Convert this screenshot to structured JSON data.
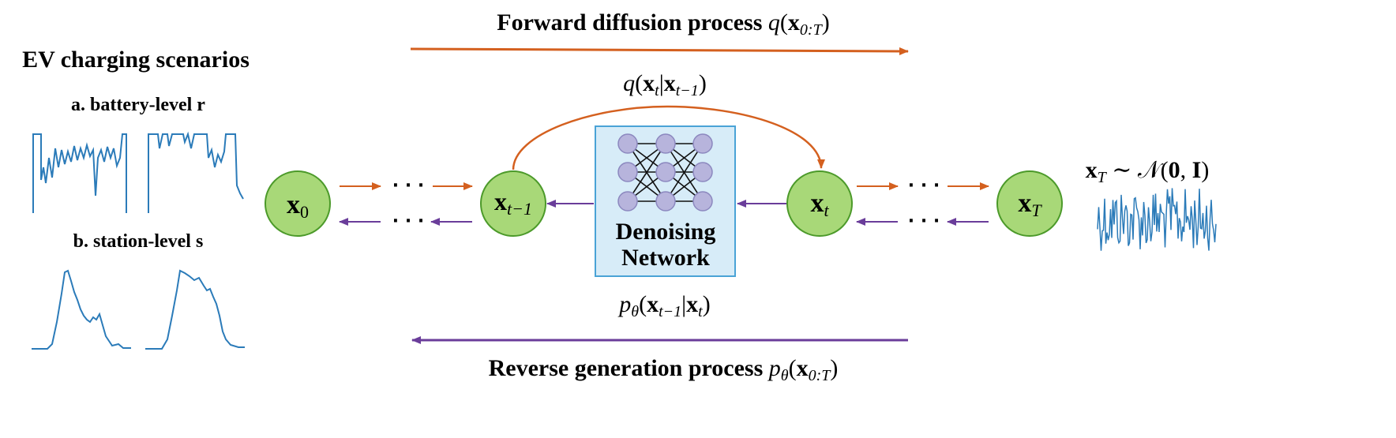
{
  "left_panel": {
    "title": "EV charging scenarios",
    "battery_label": "a. battery-level r",
    "station_label": "b. station-level s"
  },
  "forward": {
    "label_text": "Forward diffusion process ",
    "label_math_q": "q",
    "label_math_paren_open": "(",
    "label_math_x": "x",
    "label_math_sub": "0:T",
    "label_math_paren_close": ")",
    "step_q": "q",
    "step_open": "(",
    "step_x1": "x",
    "step_sub1": "t",
    "step_bar": "|",
    "step_x2": "x",
    "step_sub2": "t−1",
    "step_close": ")"
  },
  "reverse": {
    "label_text": "Reverse generation process ",
    "label_p": "p",
    "label_theta": "θ",
    "label_open": "(",
    "label_x": "x",
    "label_sub": "0:T",
    "label_close": ")",
    "step_p": "p",
    "step_theta": "θ",
    "step_open": "(",
    "step_x1": "x",
    "step_sub1": "t−1",
    "step_bar": "|",
    "step_x2": "x",
    "step_sub2": "t",
    "step_close": ")"
  },
  "nodes": {
    "x0": {
      "base": "x",
      "sub": "0"
    },
    "xt_minus_1": {
      "base": "x",
      "sub": "t−1"
    },
    "xt": {
      "base": "x",
      "sub": "t"
    },
    "xT": {
      "base": "x",
      "sub": "T"
    }
  },
  "ellipsis": "· · ·",
  "denoising": {
    "line1": "Denoising",
    "line2": "Network"
  },
  "noise_label": {
    "x": "x",
    "sub": "T",
    "rest": " ∼ 𝒩(",
    "zero": "0",
    "comma": ", ",
    "identity": "I",
    "close": ")"
  },
  "colors": {
    "forward": "#d4601f",
    "reverse": "#6a3d9a",
    "node_fill": "#a8d878",
    "node_stroke": "#4c9a2a",
    "network_fill": "#d7ecf8",
    "network_stroke": "#4aa3d6",
    "neuron_fill": "#b7b4dc",
    "neuron_stroke": "#8c88bf",
    "series": "#2b7bb9"
  }
}
